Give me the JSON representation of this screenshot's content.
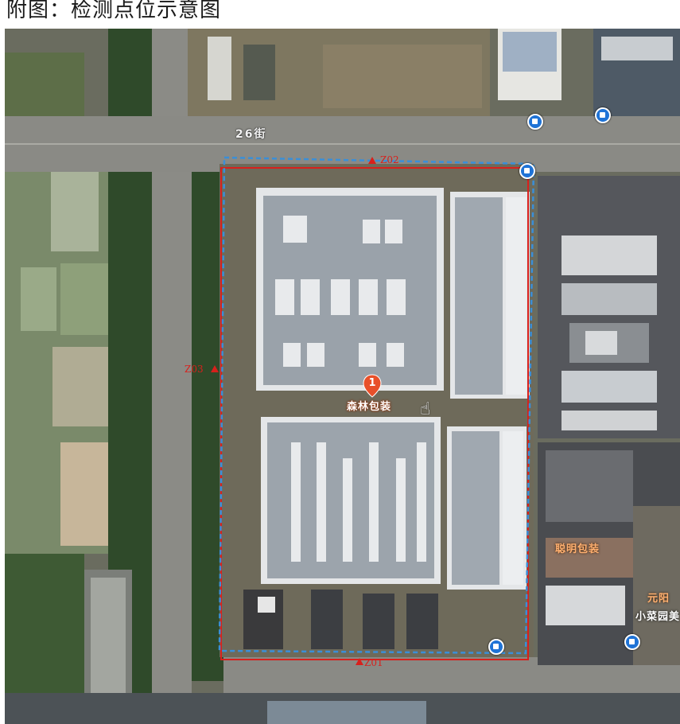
{
  "caption": "附图：检测点位示意图",
  "map": {
    "street_label": "26街",
    "site_marker_number": "1",
    "site_name": "森林包装",
    "neighbor_labels": [
      "聪明包装",
      "元阳",
      "小菜园美"
    ],
    "sampling_points": [
      "Z01",
      "Z02",
      "Z03"
    ],
    "colors": {
      "boundary": "#d8201c",
      "dashed_boundary": "#3a8fd8",
      "marker": "#e8502a",
      "pins": "#1f73d6"
    },
    "icons": [
      "location-pin-icon",
      "triangle-marker-icon",
      "hand-cursor-icon"
    ]
  }
}
